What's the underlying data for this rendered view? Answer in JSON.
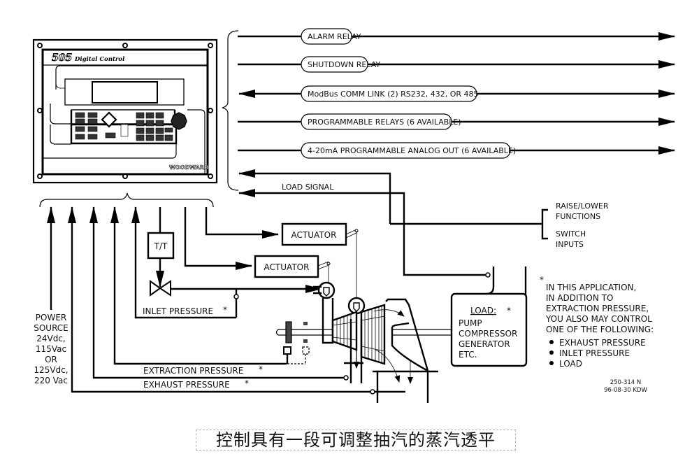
{
  "controller": {
    "model": "505",
    "subtitle": "Digital Control",
    "brand": "WOODWARD"
  },
  "outputs": [
    {
      "label": "ALARM RELAY",
      "direction": "out"
    },
    {
      "label": "SHUTDOWN RELAY",
      "direction": "out"
    },
    {
      "label": "ModBus COMM LINK (2) RS232, 432, OR 485",
      "direction": "bidirectional"
    },
    {
      "label": "PROGRAMMABLE RELAYS (6 AVAILABLE)",
      "direction": "out"
    },
    {
      "label": "4-20mA PROGRAMMABLE ANALOG OUT (6 AVAILABLE)",
      "direction": "out"
    }
  ],
  "inputs": {
    "load_signal": "LOAD SIGNAL",
    "raise_lower": [
      "RAISE/LOWER",
      "FUNCTIONS"
    ],
    "switch_inputs": [
      "SWITCH",
      "INPUTS"
    ]
  },
  "components": {
    "transducer": "T/T",
    "actuator_1": "ACTUATOR",
    "actuator_2": "ACTUATOR"
  },
  "signals": {
    "inlet_pressure": "INLET PRESSURE",
    "extraction_pressure": "EXTRACTION PRESSURE",
    "exhaust_pressure": "EXHAUST PRESSURE",
    "asterisk": "*"
  },
  "power_source": [
    "POWER",
    "SOURCE",
    "24Vdc,",
    "115Vac",
    "OR",
    "125Vdc,",
    "220 Vac"
  ],
  "load_box": {
    "title": "LOAD:",
    "items": [
      "PUMP",
      "COMPRESSOR",
      "GENERATOR",
      "ETC."
    ]
  },
  "note": {
    "marker": "*",
    "lines": [
      "IN THIS APPLICATION,",
      "IN ADDITION TO",
      "EXTRACTION PRESSURE,",
      "YOU ALSO MAY CONTROL",
      "ONE OF THE FOLLOWING:"
    ],
    "bullets": [
      "EXHAUST PRESSURE",
      "INLET PRESSURE",
      "LOAD"
    ]
  },
  "drawing_id": {
    "number": "250-314 N",
    "date": "96-08-30 KDW"
  },
  "caption": "控制具有一段可调整抽汽的蒸汽透平"
}
